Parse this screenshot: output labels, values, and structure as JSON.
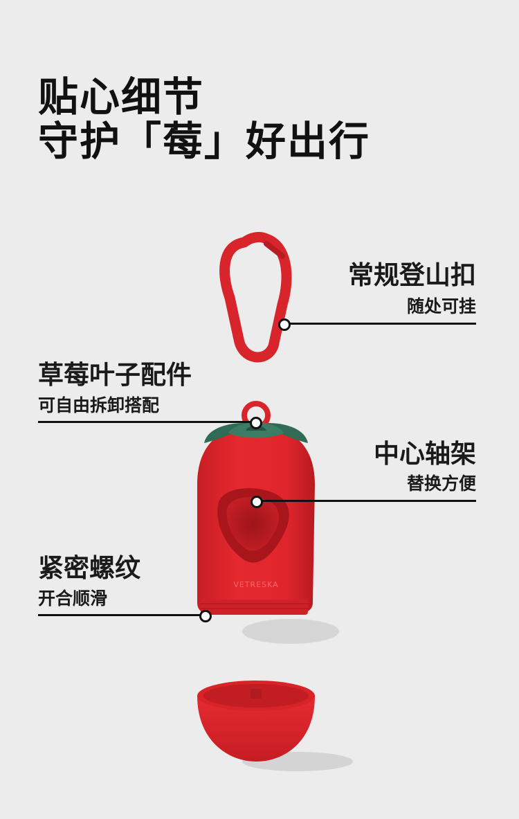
{
  "headline": {
    "line1": "贴心细节",
    "line2": "守护「莓」好出行"
  },
  "callouts": {
    "carabiner": {
      "title": "常规登山扣",
      "subtitle": "随处可挂"
    },
    "leaf": {
      "title": "草莓叶子配件",
      "subtitle": "可自由拆卸搭配"
    },
    "axle": {
      "title": "中心轴架",
      "subtitle": "替换方便"
    },
    "thread": {
      "title": "紧密螺纹",
      "subtitle": "开合顺滑"
    }
  },
  "product": {
    "brand_text": "VETRESKA",
    "colors": {
      "body": "#e0262c",
      "leaf": "#2f6b55",
      "background": "#ececec"
    },
    "parts": [
      "carabiner",
      "leaf-cap",
      "dispenser-body",
      "bottom-cap"
    ]
  }
}
